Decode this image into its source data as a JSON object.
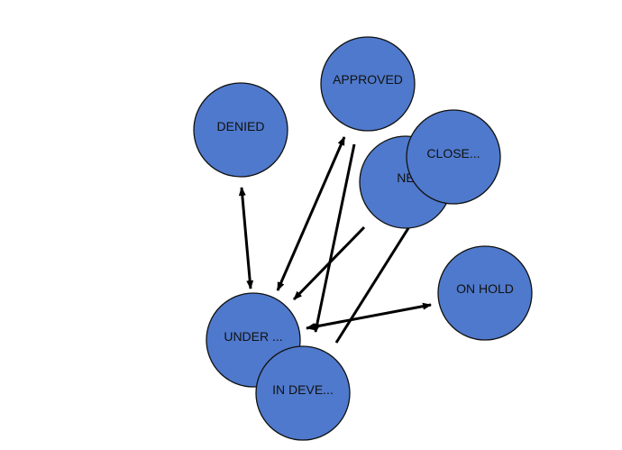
{
  "diagram": {
    "colors": {
      "node_fill": "#4f79cc",
      "node_stroke": "#111111",
      "edge": "#000000",
      "background": "#ffffff"
    },
    "nodes": {
      "denied": {
        "label": "DENIED"
      },
      "approved": {
        "label": "APPROVED"
      },
      "new": {
        "label": "NE"
      },
      "closed": {
        "label": "CLOSE..."
      },
      "on_hold": {
        "label": "ON HOLD"
      },
      "under_review": {
        "label": "UNDER ..."
      },
      "in_development": {
        "label": "IN DEVE..."
      }
    },
    "edges": [
      {
        "from": "denied",
        "to": "under_review",
        "direction": "both"
      },
      {
        "from": "under_review",
        "to": "approved",
        "direction": "both"
      },
      {
        "from": "new",
        "to": "under_review",
        "direction": "forward"
      },
      {
        "from": "approved",
        "to": "in_development",
        "direction": "forward"
      },
      {
        "from": "under_review",
        "to": "on_hold",
        "direction": "both"
      },
      {
        "from": "in_development",
        "to": "closed",
        "direction": "forward"
      }
    ]
  }
}
